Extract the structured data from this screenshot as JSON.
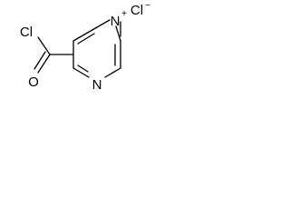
{
  "molecule": {
    "atoms": {
      "chlorine": "Cl",
      "oxygen": "O",
      "nitrogen_top": "N",
      "nitrogen_top_charge": "+",
      "nitrogen_bottom": "N"
    },
    "counterion": {
      "label": "Cl",
      "charge": "−"
    },
    "colors": {
      "ink": "#000000",
      "background": "#ffffff"
    }
  }
}
